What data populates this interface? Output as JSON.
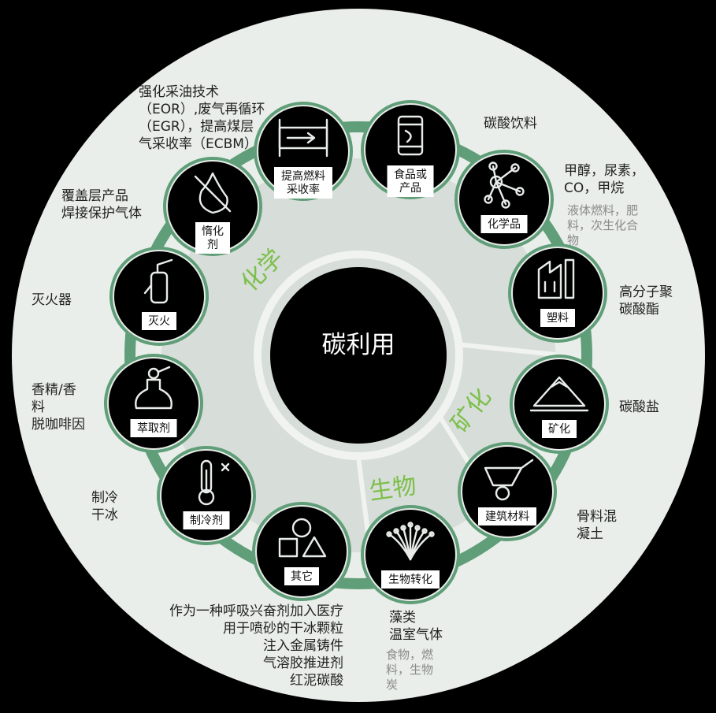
{
  "center": "碳利用",
  "sections": {
    "chemistry": "化学",
    "mineral": "矿化",
    "biology": "生物"
  },
  "nodes": {
    "eor": "提高燃料\n采收率",
    "food": "食品或\n产品",
    "chemicals": "化学品",
    "plastics": "塑料",
    "mineralization": "矿化",
    "building": "建筑材料",
    "bioconversion": "生物转化",
    "other": "其它",
    "refrigerant": "制冷剂",
    "solvent": "萃取剂",
    "fire": "灭火",
    "inert": "惰化\n剂"
  },
  "labels": {
    "eor": "强化采油技术\n（EOR）,废气再循环\n（EGR），提高煤层\n气采收率（ECBM）",
    "beverage": "碳酸饮料",
    "chem_main": "甲醇，尿素，\nCO，甲烷",
    "chem_sub": "液体燃料，肥\n料，次生化合\n物",
    "polymer": "高分子聚\n碳酸酯",
    "carbonate": "碳酸盐",
    "concrete": "骨料混\n凝土",
    "algae": "藻类\n温室气体",
    "bio_sub": "食物，燃\n料，生物\n炭",
    "other_uses": "作为一种呼吸兴奋剂加入医疗\n用于喷砂的干冰颗粒\n注入金属铸件\n气溶胶推进剂\n红泥碳酸",
    "dryice": "制冷\n干冰",
    "flavor": "香精/香\n料\n脱咖啡因",
    "extinguisher": "灭火器",
    "shielding": "覆盖层产品\n焊接保护气体"
  },
  "colors": {
    "ring": "#5f9e78",
    "disc": "#e9eeea",
    "inner": "#d9dfda",
    "accent": "#7cbf4a"
  }
}
